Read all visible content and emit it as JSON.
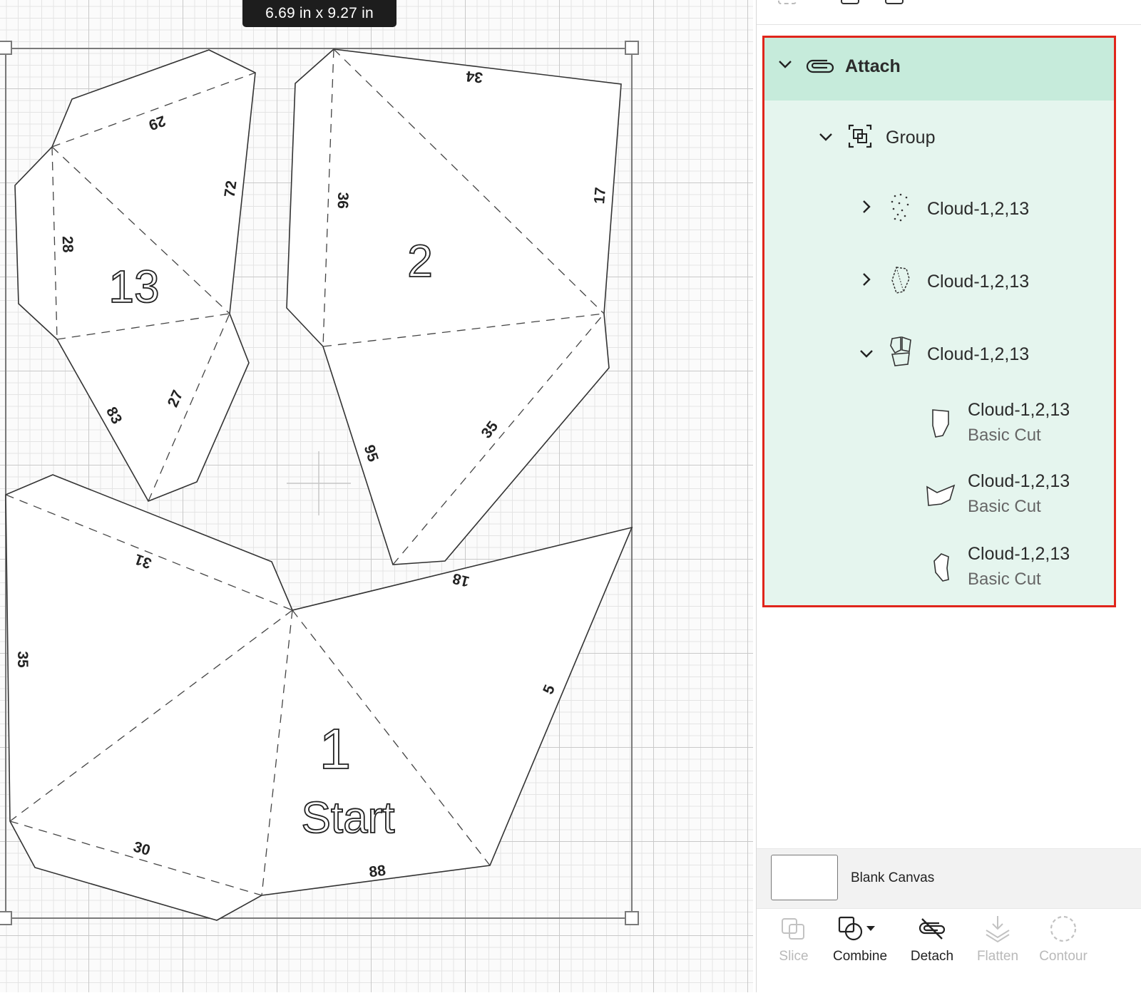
{
  "canvas": {
    "dimension_label": "6.69  in x 9.27  in",
    "pieces": [
      {
        "id": "13",
        "edge_numbers": [
          "29",
          "72",
          "28",
          "27",
          "83"
        ]
      },
      {
        "id": "2",
        "edge_numbers": [
          "34",
          "17",
          "36",
          "35",
          "95"
        ]
      },
      {
        "id": "1",
        "subtitle": "Start",
        "edge_numbers": [
          "31",
          "18",
          "35",
          "5",
          "30",
          "88"
        ]
      }
    ]
  },
  "layers": {
    "attach": {
      "label": "Attach",
      "icon": "attach-icon",
      "expanded": true
    },
    "group": {
      "label": "Group",
      "icon": "group-icon",
      "expanded": true
    },
    "items": [
      {
        "label": "Cloud-1,2,13",
        "expanded": false
      },
      {
        "label": "Cloud-1,2,13",
        "expanded": false
      },
      {
        "label": "Cloud-1,2,13",
        "expanded": true
      }
    ],
    "children": [
      {
        "label": "Cloud-1,2,13",
        "sub": "Basic Cut"
      },
      {
        "label": "Cloud-1,2,13",
        "sub": "Basic Cut"
      },
      {
        "label": "Cloud-1,2,13",
        "sub": "Basic Cut"
      }
    ],
    "highlight_color": "#e0251b",
    "selected_bg": "#c6ebdb",
    "group_bg": "#e5f5ee"
  },
  "canvas_row": {
    "label": "Blank Canvas"
  },
  "toolbar": {
    "slice": "Slice",
    "combine": "Combine",
    "detach": "Detach",
    "flatten": "Flatten",
    "contour": "Contour"
  }
}
